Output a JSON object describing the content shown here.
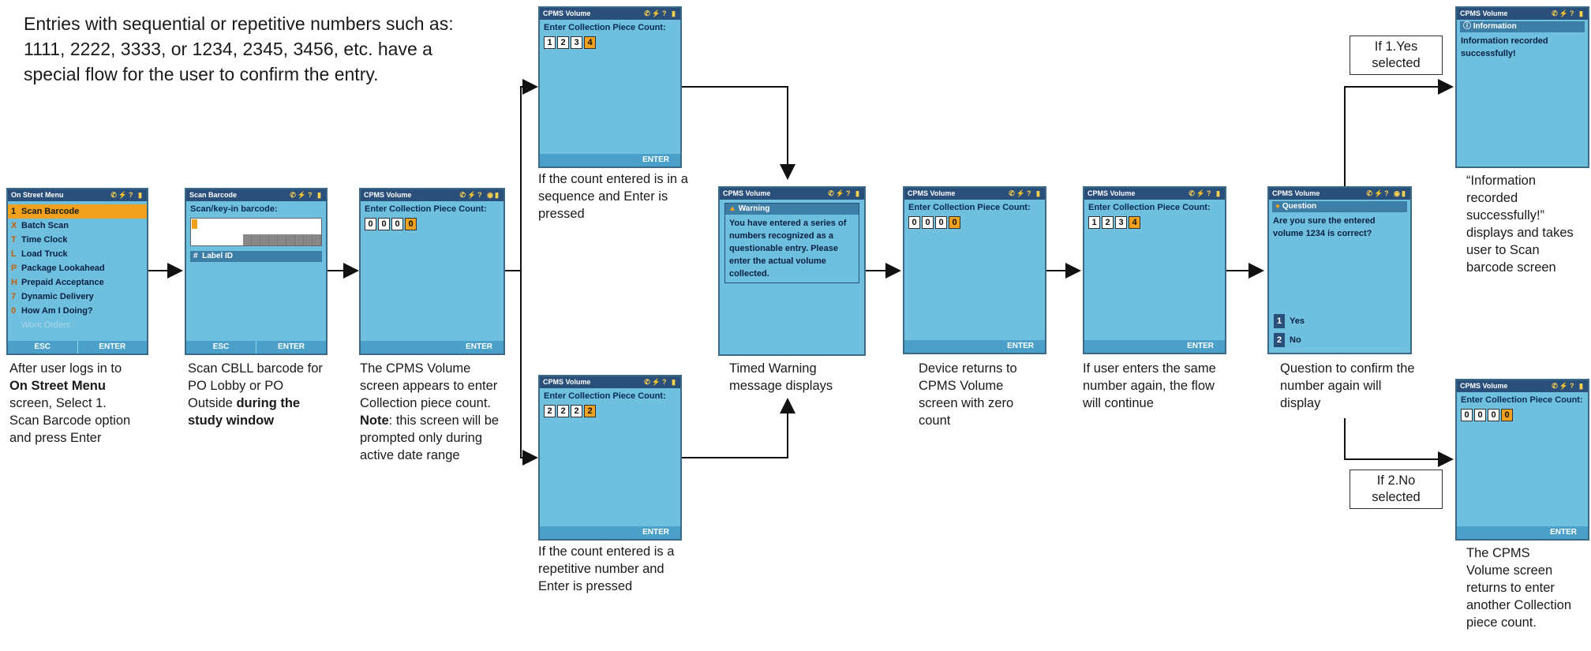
{
  "intro": "Entries with sequential or repetitive numbers such as: 1111, 2222, 3333, or 1234, 2345, 3456, etc. have a special flow for the user to confirm the entry.",
  "screen1": {
    "title": "On Street Menu",
    "items": [
      {
        "key": "1",
        "label": "Scan Barcode"
      },
      {
        "key": "X",
        "label": "Batch Scan"
      },
      {
        "key": "T",
        "label": "Time Clock"
      },
      {
        "key": "L",
        "label": "Load Truck"
      },
      {
        "key": "P",
        "label": "Package Lookahead"
      },
      {
        "key": "H",
        "label": "Prepaid Acceptance"
      },
      {
        "key": "7",
        "label": "Dynamic Delivery"
      },
      {
        "key": "0",
        "label": "How Am I Doing?"
      },
      {
        "key": "",
        "label": "Work Orders"
      }
    ],
    "esc": "ESC",
    "enter": "ENTER"
  },
  "screen2": {
    "title": "Scan Barcode",
    "prompt": "Scan/key-in barcode:",
    "col_hash": "#",
    "col_label": "Label ID",
    "esc": "ESC",
    "enter": "ENTER"
  },
  "cpms_title": "CPMS Volume",
  "prompt_count": "Enter Collection Piece Count:",
  "enter_label": "ENTER",
  "digits": {
    "zero": [
      "0",
      "0",
      "0",
      "0"
    ],
    "seq": [
      "1",
      "2",
      "3",
      "4"
    ],
    "rep": [
      "2",
      "2",
      "2",
      "2"
    ]
  },
  "warning": {
    "title": "Warning",
    "body": "You have entered a series of numbers recognized as a questionable entry. Please enter the actual volume collected."
  },
  "question": {
    "title": "Question",
    "body": "Are you sure the entered volume 1234 is correct?",
    "opt1_key": "1",
    "opt1": "Yes",
    "opt2_key": "2",
    "opt2": "No"
  },
  "info": {
    "title": "Information",
    "body": "Information recorded successfully!"
  },
  "captions": {
    "c1_a": "After user logs in to ",
    "c1_b": "On Street Menu",
    "c1_c": " screen, Select 1. Scan Barcode option and press Enter",
    "c2_a": "Scan CBLL barcode for PO Lobby or PO Outside ",
    "c2_b": "during the study window",
    "c3_a": "The CPMS Volume screen appears to enter Collection piece count.  ",
    "c3_b": "Note",
    "c3_c": ": this screen will be prompted only during active date range",
    "c4": "If the count entered is in a sequence and Enter is pressed",
    "c5": "If the count entered is  a  repetitive number and Enter is pressed",
    "c6": "Timed Warning message displays",
    "c7": "Device returns to CPMS Volume screen with zero count",
    "c8": "If user enters the same number again, the flow will continue",
    "c9": "Question to confirm the number again will display",
    "c10": "“Information recorded successfully!” displays and takes user to Scan barcode screen",
    "c11": "The CPMS Volume screen returns to enter another Collection piece count."
  },
  "branch_yes": "If 1.Yes selected",
  "branch_no": "If 2.No selected"
}
